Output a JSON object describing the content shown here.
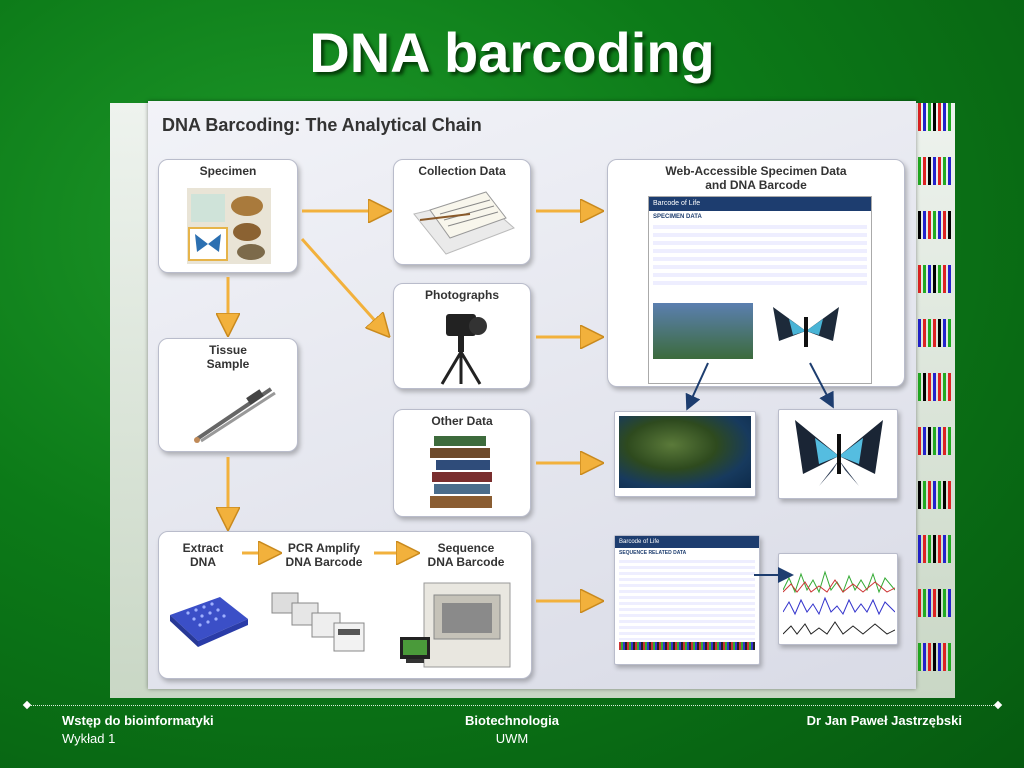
{
  "slide": {
    "title": "DNA barcoding"
  },
  "diagram": {
    "title": "DNA Barcoding: The Analytical Chain",
    "boxes": {
      "specimen": "Specimen",
      "collection_data": "Collection Data",
      "photographs": "Photographs",
      "tissue_sample_line1": "Tissue",
      "tissue_sample_line2": "Sample",
      "other_data": "Other Data",
      "web_line1": "Web-Accessible Specimen Data",
      "web_line2": "and DNA Barcode",
      "extract_line1": "Extract",
      "extract_line2": "DNA",
      "pcr_line1": "PCR Amplify",
      "pcr_line2": "DNA Barcode",
      "sequence_line1": "Sequence",
      "sequence_line2": "DNA Barcode"
    },
    "web_page": {
      "site_name": "Barcode of Life",
      "section": "SPECIMEN DATA"
    },
    "sequence_page": {
      "site_name": "Barcode of Life",
      "section": "SEQUENCE RELATED DATA"
    }
  },
  "footer": {
    "course": "Wstęp do bioinformatyki",
    "lecture": "Wykład 1",
    "program": "Biotechnologia",
    "university": "UWM",
    "author": "Dr Jan Paweł Jastrzębski"
  },
  "colors": {
    "arrow": "#f2b13c",
    "arrow_stroke": "#c98a1e",
    "background_green": "#0c7a18"
  }
}
